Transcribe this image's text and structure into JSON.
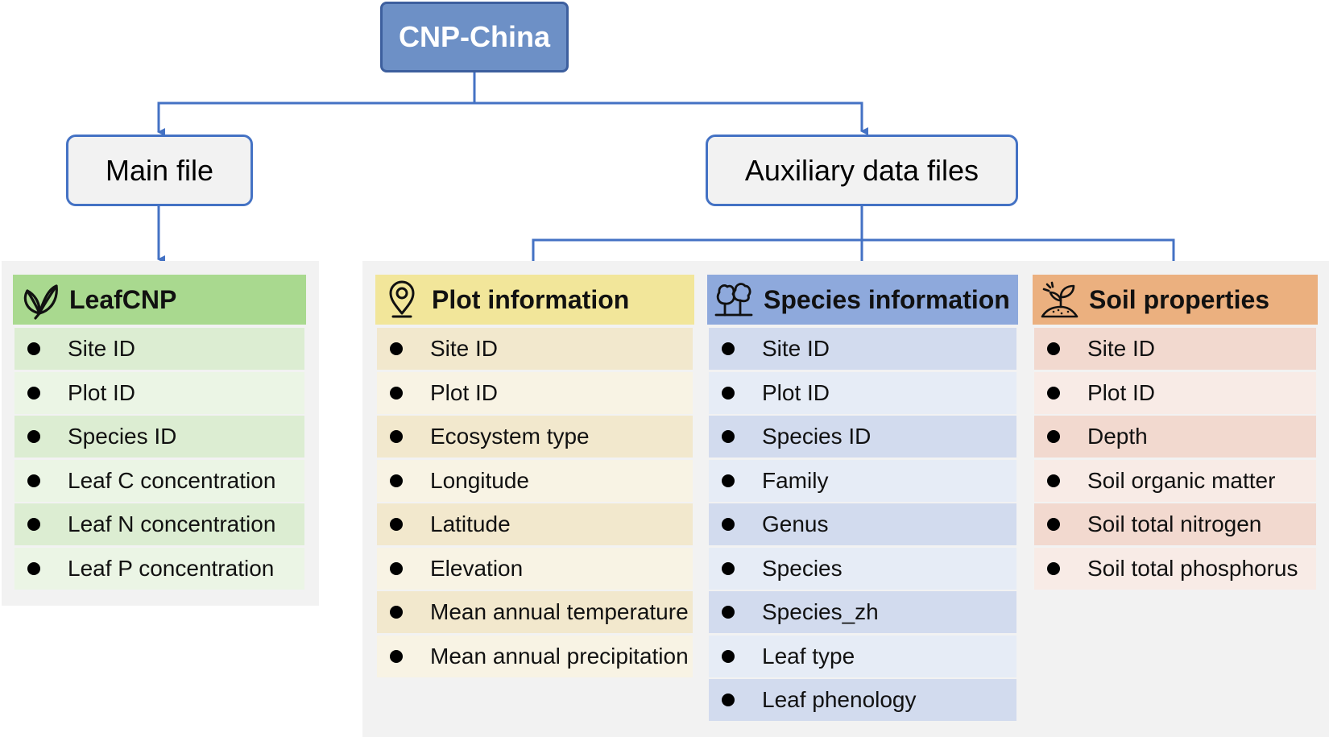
{
  "colors": {
    "root_fill": "#6d90c6",
    "connector": "#4472c4",
    "leaf": {
      "header": "#a9d98f",
      "row_dark": "#dcedd2",
      "row_light": "#ebf5e5"
    },
    "plot": {
      "header": "#f2e69a",
      "row_dark": "#f2e8cd",
      "row_light": "#f8f3e4"
    },
    "species": {
      "header": "#8ea9dc",
      "row_dark": "#d2dbee",
      "row_light": "#e6ecf6"
    },
    "soil": {
      "header": "#ebb07f",
      "row_dark": "#f2d9cf",
      "row_light": "#f8ebe6"
    }
  },
  "root": {
    "label": "CNP-China"
  },
  "main_file": {
    "label": "Main file"
  },
  "auxiliary": {
    "label": "Auxiliary data files"
  },
  "tables": {
    "leafcnp": {
      "title": "LeafCNP",
      "icon": "leaf-icon",
      "items": [
        "Site ID",
        "Plot ID",
        "Species ID",
        "Leaf C concentration",
        "Leaf N concentration",
        "Leaf P concentration"
      ]
    },
    "plot": {
      "title": "Plot information",
      "icon": "location-pin-icon",
      "items": [
        "Site ID",
        "Plot ID",
        "Ecosystem type",
        "Longitude",
        "Latitude",
        "Elevation",
        "Mean annual temperature",
        "Mean annual precipitation"
      ]
    },
    "species": {
      "title": "Species information",
      "icon": "trees-icon",
      "items": [
        "Site ID",
        "Plot ID",
        "Species ID",
        "Family",
        "Genus",
        "Species",
        "Species_zh",
        "Leaf type",
        "Leaf phenology"
      ]
    },
    "soil": {
      "title": "Soil properties",
      "icon": "seedling-icon",
      "items": [
        "Site ID",
        "Plot ID",
        "Depth",
        "Soil organic matter",
        "Soil total nitrogen",
        "Soil total phosphorus"
      ]
    }
  }
}
